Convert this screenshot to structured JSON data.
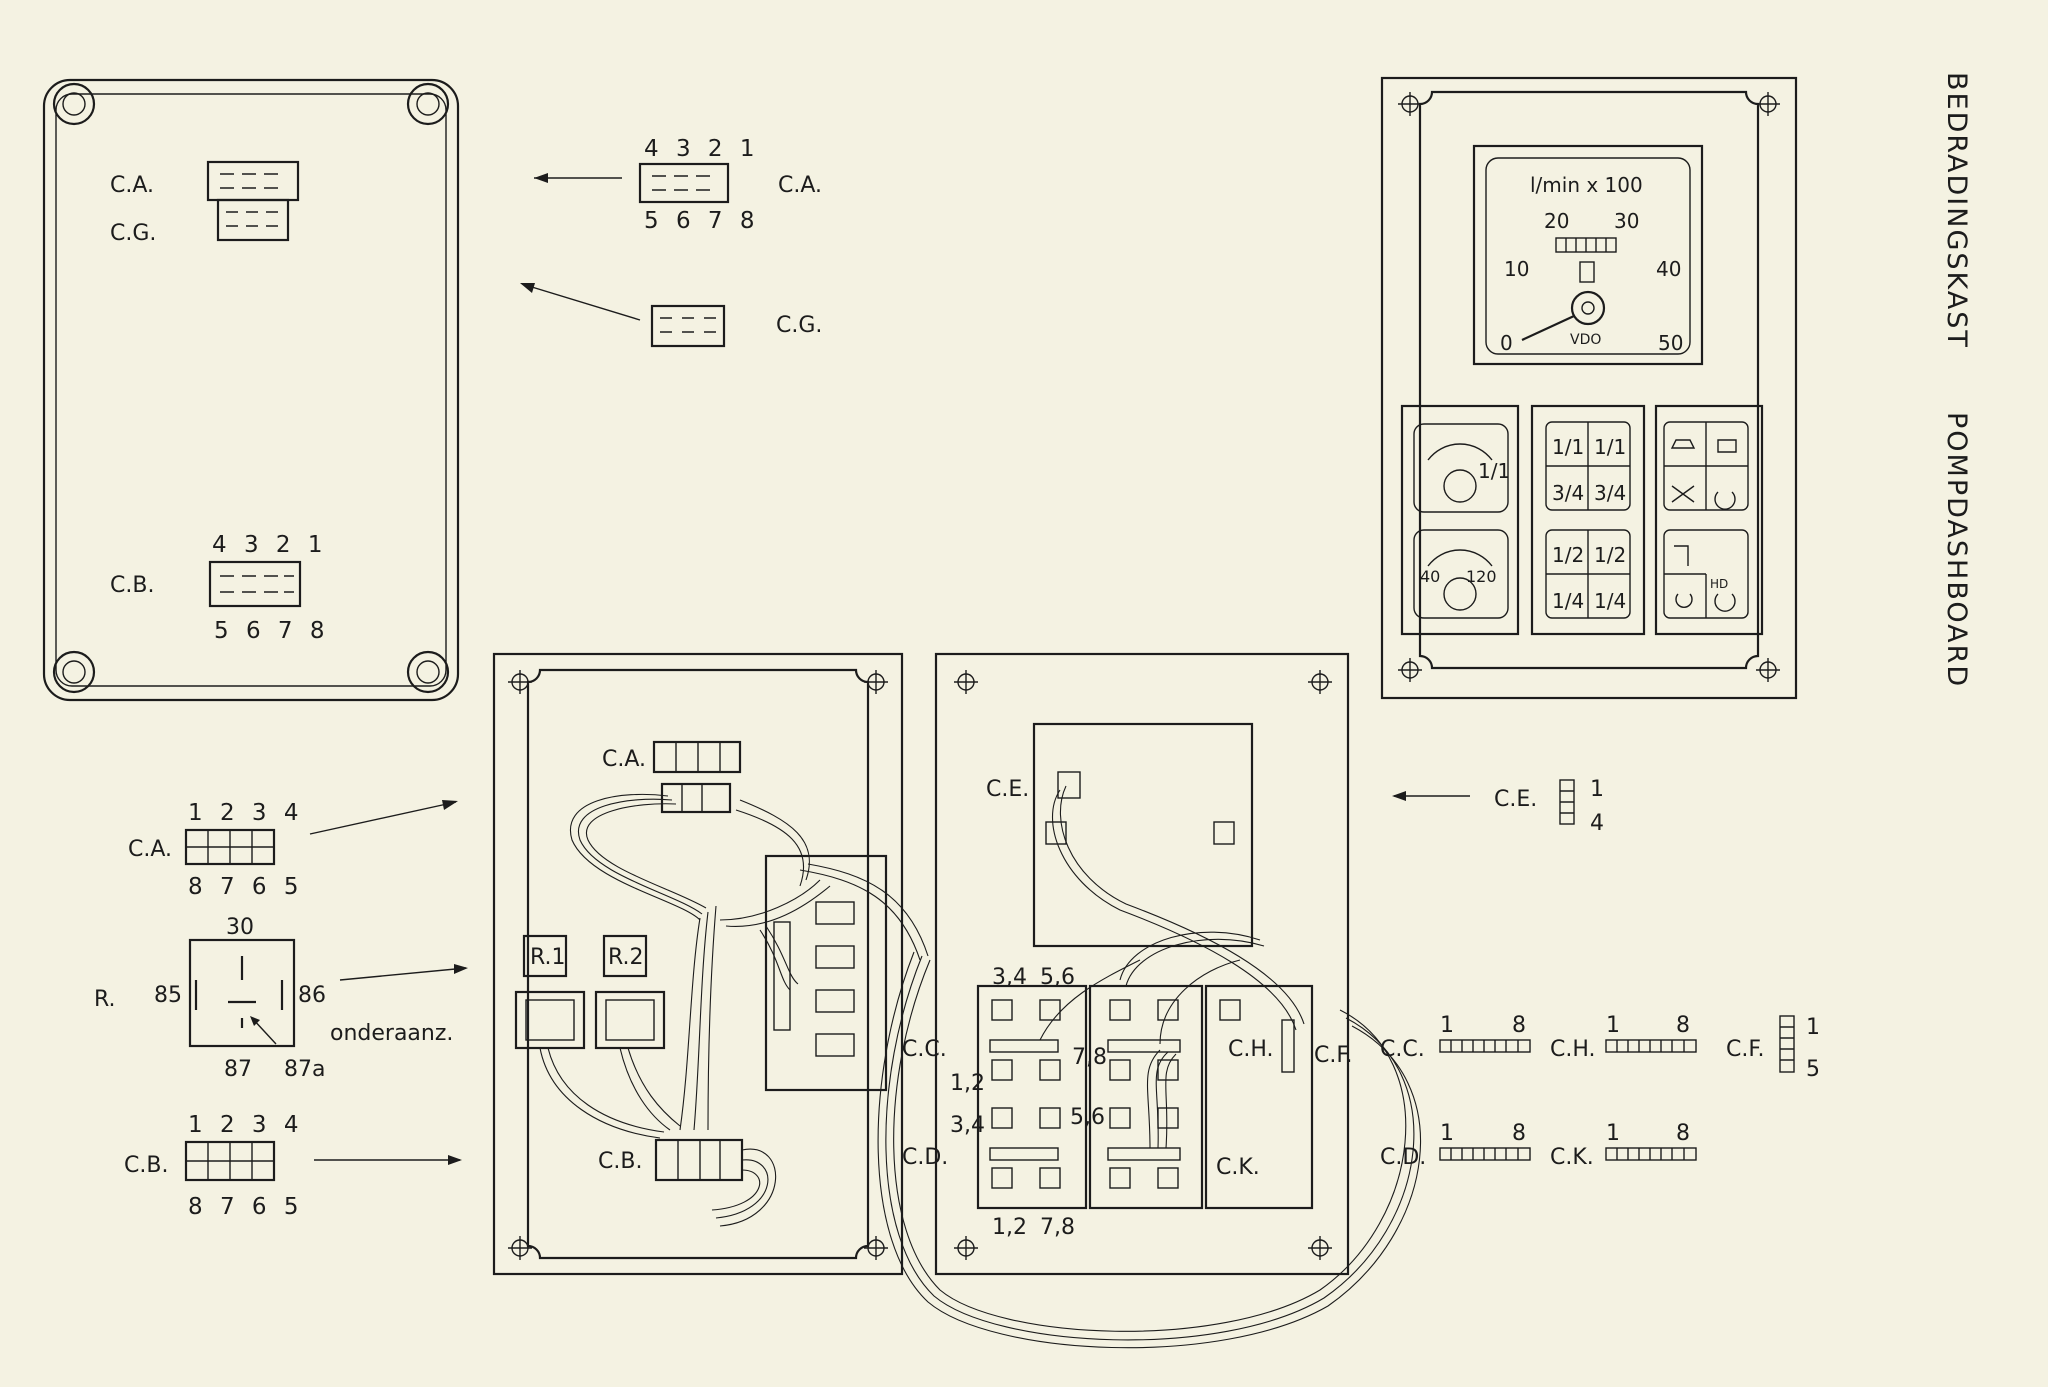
{
  "title": {
    "main": "BEDRADINGSKAST",
    "sub": "POMPDASHBOARD"
  },
  "connectors": {
    "ca": "C.A.",
    "cg": "C.G.",
    "cb": "C.B.",
    "cc": "C.C.",
    "cd": "C.D.",
    "ce": "C.E.",
    "cf": "C.F.",
    "ch": "C.H.",
    "ck": "C.K.",
    "r": "R."
  },
  "pin_rows": {
    "top_4321": "4 3 2 1",
    "bottom_5678": "5 6 7 8",
    "top_1234": "1 2 3 4",
    "bottom_8765": "8 7 6 5"
  },
  "relay": {
    "pin_30": "30",
    "pin_85": "85",
    "pin_86": "86",
    "pin_87": "87",
    "pin_87a": "87a",
    "view_note": "onderaanz.",
    "r1": "R.1",
    "r2": "R.2"
  },
  "strip": {
    "start": "1",
    "end": "8",
    "f_start": "1",
    "f_end": "5",
    "e_start": "1",
    "e_end": "4"
  },
  "fuse_labels": {
    "a34": "3,4",
    "a56": "5,6",
    "a12": "1,2",
    "a78": "7,8",
    "b34": "3,4",
    "b56": "5,6",
    "b12": "1,2",
    "b78": "7,8"
  },
  "gauge": {
    "unit": "l/min x 100",
    "t0": "0",
    "t10": "10",
    "t20": "20",
    "t30": "30",
    "t40": "40",
    "t50": "50",
    "brand": "VDO",
    "fuel_full": "1/1",
    "temp_low": "40",
    "temp_high": "120",
    "hd": "HD"
  },
  "fuel_grid": {
    "full": "1/1",
    "three_quarter": "3/4",
    "half": "1/2",
    "quarter": "1/4"
  }
}
